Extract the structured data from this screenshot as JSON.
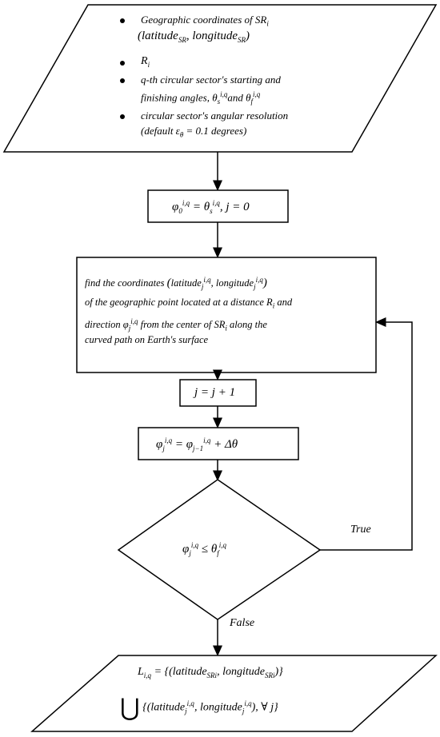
{
  "input_block": {
    "line1": "Geographic coordinates of SR",
    "sub_i": "i",
    "coord_open": "(latitude",
    "coord_sub": "SR",
    "coord_comma": ", longitude",
    "coord_close": ")",
    "r_i": "R",
    "sector_line1": "q-th circular sector's starting and",
    "sector_line2": "finishing angles, θ",
    "theta_s_sub": "s",
    "theta_sup": "i,q",
    "and_text": "and θ",
    "theta_f_sub": "f",
    "res_line1": "circular sector's angular resolution",
    "res_line2": "(default ε",
    "eps_sub": "θ",
    "res_tail": " = 0.1 degrees)"
  },
  "init_box": {
    "text": "φ",
    "sub0": "0",
    "sup": "i,q",
    "mid": " = θ",
    "subs": "s",
    "tail": ", j = 0"
  },
  "find_box": {
    "line1a": "find the coordinates",
    "lat": "latitude",
    "lon": ", longitude",
    "sup": "i,q",
    "subj": "j",
    "line2": "of the geographic point located at a distance R",
    "line2_sub": "i",
    "line2_tail": " and",
    "line3a": "direction φ",
    "line3b": " from the center of SR",
    "line3c": " along the",
    "line4": "curved path on Earth's surface"
  },
  "increment_box": {
    "text": "j = j + 1"
  },
  "update_box": {
    "lhs": "φ",
    "subj": "j",
    "sup": "i,q",
    "eq": " = φ",
    "subj1": "j−1",
    "tail": " + Δθ"
  },
  "decision": {
    "lhs": "φ",
    "subj": "j",
    "sup": "i,q",
    "rel": " ≤ θ",
    "subf": "f"
  },
  "edge_labels": {
    "true": "True",
    "false": "False"
  },
  "output_block": {
    "lhs": "L",
    "lhs_sub": "i,q",
    "eq": " = {(latitude",
    "sr": "SR",
    "sub_i": "i",
    "mid": ", longitude",
    "close": ")}",
    "union": "⋃",
    "line2a": "{(latitude",
    "line2b": ", longitude",
    "line2c": "), ∀ j}",
    "sup": "i,q",
    "subj": "j"
  },
  "colors": {
    "stroke": "#000000",
    "background": "#ffffff"
  }
}
